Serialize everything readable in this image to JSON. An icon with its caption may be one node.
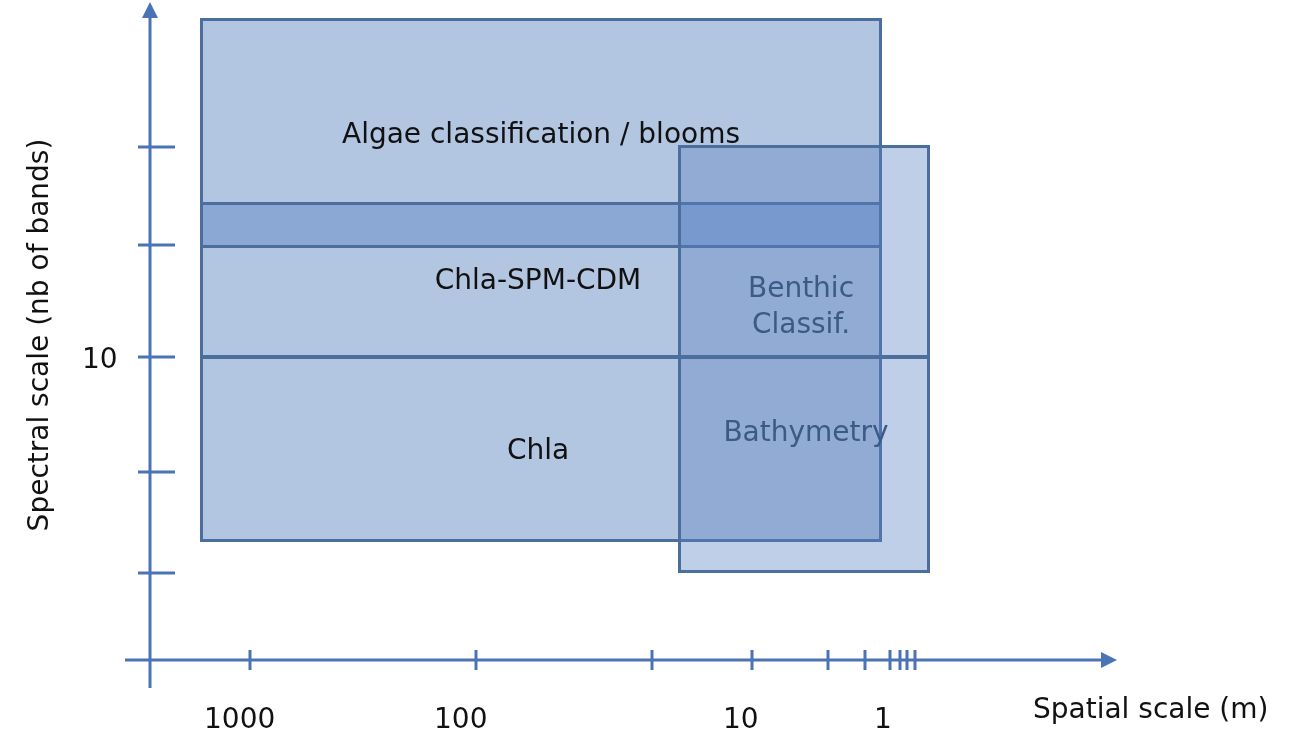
{
  "diagram": {
    "nodes": [
      {
        "text": [
          "Algae classification / blooms"
        ]
      },
      {
        "text": [],
        "shape": "bar",
        "in": 0
      },
      {
        "text": [
          "Chla-SPM-CDM"
        ],
        "in": 0
      },
      {
        "text": [
          "Chla"
        ],
        "in": 0
      },
      {
        "text": [
          "Benthic Classif."
        ]
      },
      {
        "text": [
          "Bathymetry"
        ]
      }
    ],
    "edges": [],
    "labels": [
      "Spectral scale (nb of bands)",
      "10",
      "1000",
      "100",
      "10",
      "1",
      "Spatial scale (m)"
    ]
  }
}
